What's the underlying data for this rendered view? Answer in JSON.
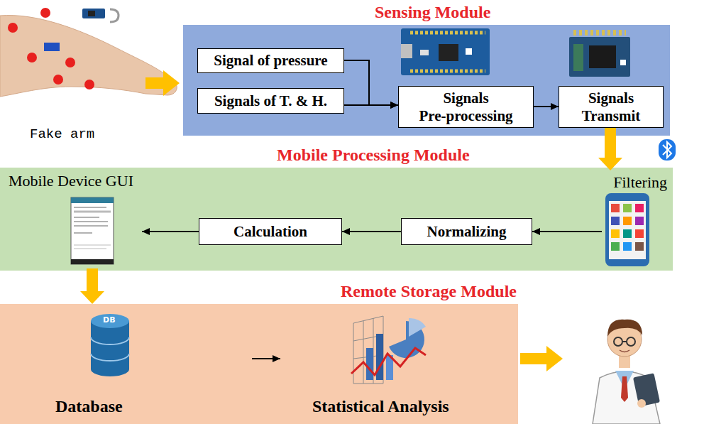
{
  "diagram": {
    "nodes": [
      {
        "text": [
          "Sensing Module"
        ]
      },
      {
        "text": [
          "Signal of pressure"
        ],
        "in": 0
      },
      {
        "text": [
          "Signals of T. & H."
        ],
        "in": 0
      },
      {
        "text": [
          "Signals Pre-processing"
        ],
        "in": 0
      },
      {
        "text": [
          "Signals Transmit"
        ],
        "in": 0
      },
      {
        "text": [
          "Mobile Processing Module"
        ]
      },
      {
        "text": [
          "Mobile Device GUI"
        ],
        "in": 5
      },
      {
        "text": [
          "Calculation"
        ],
        "in": 5
      },
      {
        "text": [
          "Normalizing"
        ],
        "in": 5
      },
      {
        "text": [
          "Filtering"
        ],
        "in": 5
      },
      {
        "text": [
          "Remote Storage Module"
        ]
      },
      {
        "text": [
          "Database"
        ],
        "in": 10
      },
      {
        "text": [
          "Statistical Analysis"
        ],
        "in": 10
      }
    ],
    "edges": [
      {
        "from": 1,
        "to": 3,
        "arrow": "to"
      },
      {
        "from": 2,
        "to": 3,
        "arrow": "to"
      },
      {
        "from": 3,
        "to": 4,
        "arrow": "to"
      },
      {
        "from": 4,
        "to": 9,
        "arrow": "to"
      },
      {
        "from": 9,
        "to": 8,
        "arrow": "to"
      },
      {
        "from": 8,
        "to": 7,
        "arrow": "to"
      },
      {
        "from": 7,
        "to": 6,
        "arrow": "to"
      },
      {
        "from": 6,
        "to": 10,
        "arrow": "to"
      },
      {
        "from": 11,
        "to": 12,
        "arrow": "to"
      }
    ],
    "labels": [
      "Fake arm",
      "DB"
    ]
  }
}
